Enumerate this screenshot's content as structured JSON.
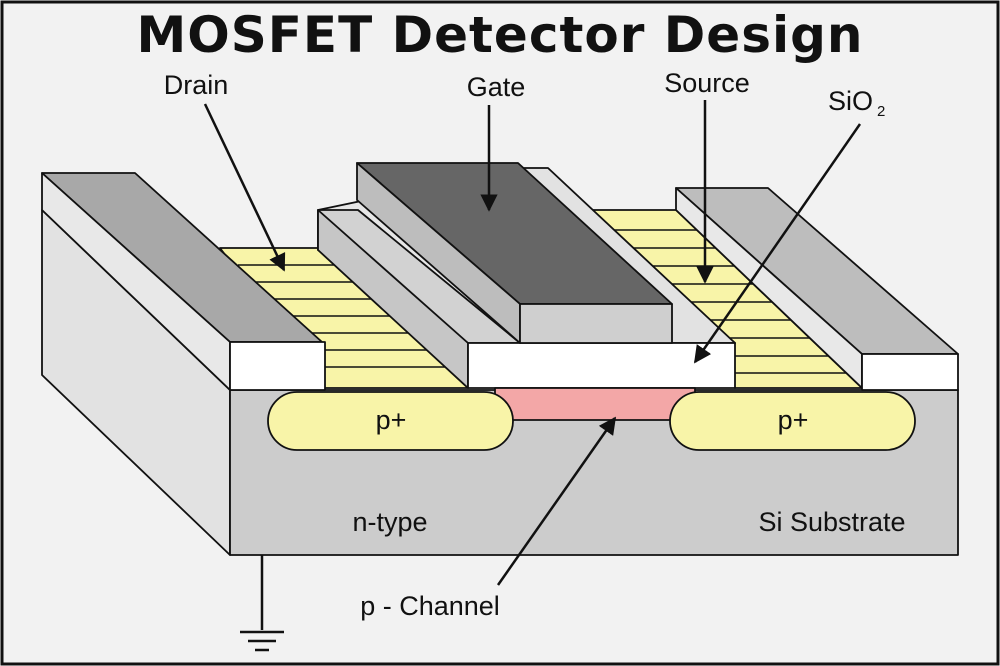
{
  "title": "MOSFET Detector Design",
  "labels": {
    "drain": "Drain",
    "gate": "Gate",
    "source": "Source",
    "sio2_main": "SiO",
    "sio2_sub": "2",
    "p_plus_left": "p+",
    "p_plus_right": "p+",
    "n_type": "n-type",
    "substrate": "Si Substrate",
    "p_channel": "p - Channel"
  },
  "colors": {
    "background": "#f2f2f2",
    "substrate": "#cccccc",
    "substrate_side": "#e0e0e0",
    "contact_dark": "#a8a8a8",
    "contact_light": "#bdbdbd",
    "gate": "#666666",
    "gate_front": "#cfcfcf",
    "oxide": "#ffffff",
    "doped_region": "#f8f4a8",
    "channel": "#f3a7a7"
  },
  "icons": [
    "ground-icon"
  ]
}
